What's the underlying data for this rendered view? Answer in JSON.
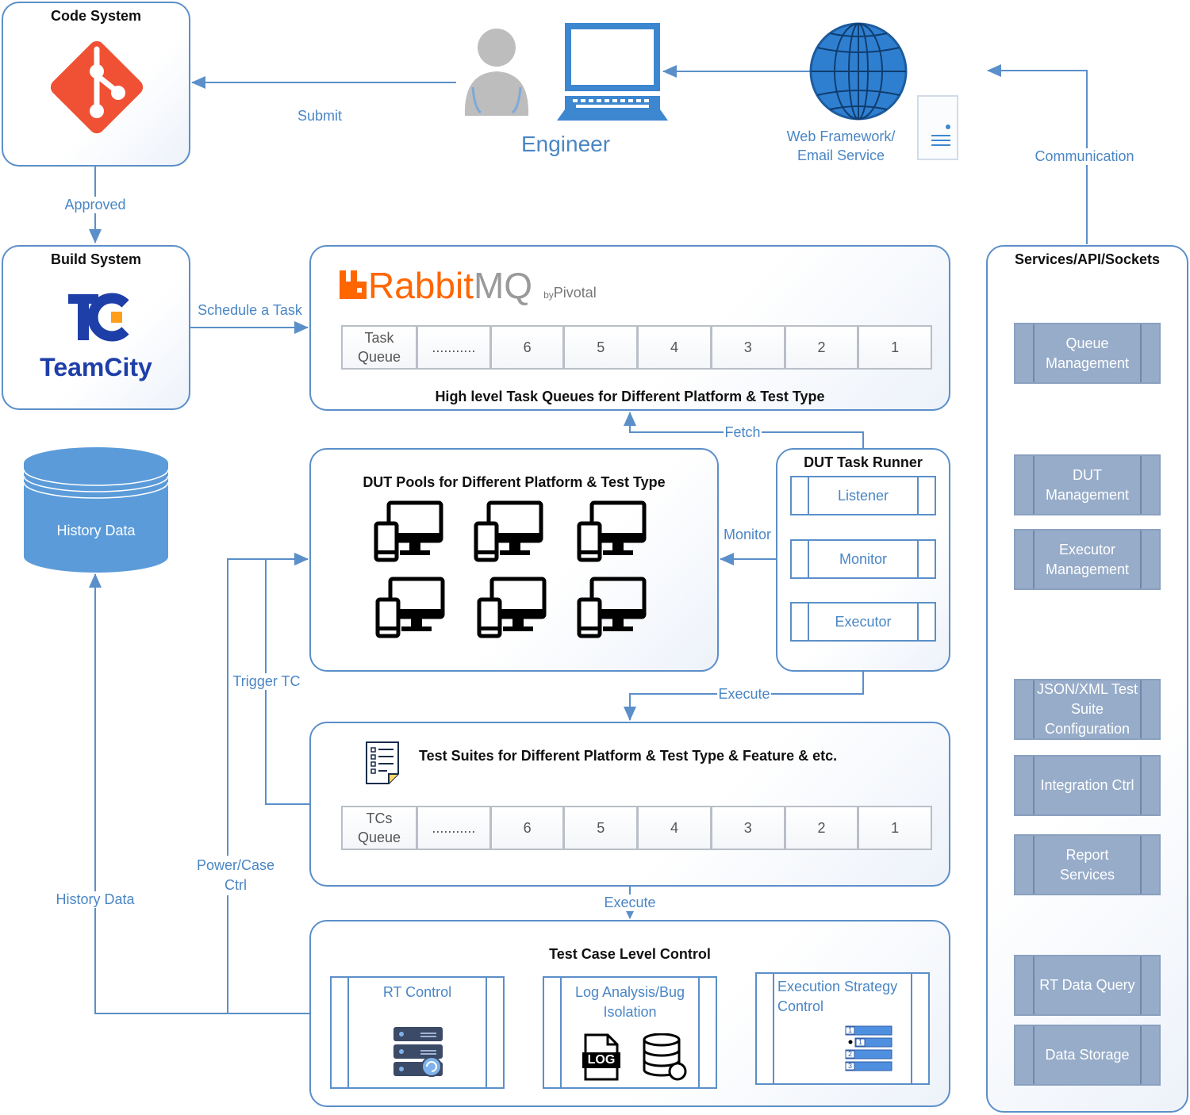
{
  "code_system": {
    "title": "Code System"
  },
  "build_system": {
    "title": "Build System",
    "logo_text": "TeamCity"
  },
  "engineer": {
    "label": "Engineer"
  },
  "web": {
    "label_line1": "Web Framework/",
    "label_line2": "Email Service"
  },
  "flows": {
    "submit": "Submit",
    "approved": "Approved",
    "schedule": "Schedule a Task",
    "communication": "Communication",
    "fetch": "Fetch",
    "monitor": "Monitor",
    "execute_runner": "Execute",
    "trigger": "Trigger TC",
    "power_line1": "Power/Case",
    "power_line2": "Ctrl",
    "history": "History Data",
    "execute_tc": "Execute"
  },
  "rabbitmq": {
    "logo_main": "Rabbit",
    "logo_mq": "MQ",
    "logo_by": "by",
    "logo_pivotal": "Pivotal",
    "queue_head_line1": "Task",
    "queue_head_line2": "Queue",
    "cells": [
      "...........",
      "6",
      "5",
      "4",
      "3",
      "2",
      "1"
    ],
    "caption": "High level Task Queues for Different Platform & Test Type"
  },
  "history_db": {
    "label": "History Data"
  },
  "dut_pools": {
    "title": "DUT Pools for Different Platform & Test Type"
  },
  "dut_runner": {
    "title": "DUT Task Runner",
    "items": [
      "Listener",
      "Monitor",
      "Executor"
    ]
  },
  "test_suites": {
    "title": "Test Suites for Different Platform & Test Type & Feature & etc.",
    "queue_head_line1": "TCs",
    "queue_head_line2": "Queue",
    "cells": [
      "...........",
      "6",
      "5",
      "4",
      "3",
      "2",
      "1"
    ]
  },
  "tc_control": {
    "title": "Test Case Level Control",
    "rt_control": "RT Control",
    "log_line1": "Log Analysis/Bug",
    "log_line2": "Isolation",
    "log_icon_text": "LOG",
    "exec_line1": "Execution Strategy",
    "exec_line2": "Control",
    "exec_list_numbers": [
      "1",
      "1",
      "2",
      "3"
    ]
  },
  "services": {
    "title": "Services/API/Sockets",
    "items": [
      {
        "line1": "Queue",
        "line2": "Management"
      },
      {
        "line1": "DUT",
        "line2": "Management"
      },
      {
        "line1": "Executor",
        "line2": "Management"
      },
      {
        "line1": "JSON/XML Test",
        "line2": "Suite",
        "line3": "Configuration"
      },
      {
        "line1": "Integration Ctrl"
      },
      {
        "line1": "Report",
        "line2": "Services"
      },
      {
        "line1": "RT Data Query"
      },
      {
        "line1": "Data Storage"
      }
    ]
  },
  "colors": {
    "accent": "#5b8fc9",
    "label_blue": "#4a86c5",
    "service_box": "#97acc9",
    "git_red": "#f05033",
    "rabbit_orange": "#ff6600",
    "teamcity_blue": "#1e3ea8"
  }
}
